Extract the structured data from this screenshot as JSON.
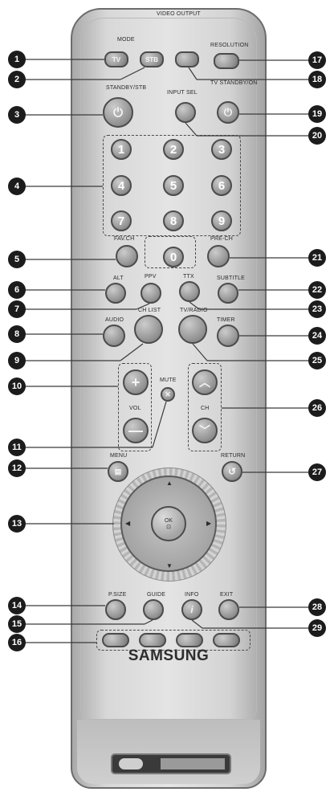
{
  "labels": {
    "mode_indicator": "MODE",
    "tv": "TV",
    "stb": "STB",
    "video_output": "VIDEO OUTPUT",
    "resolution": "RESOLUTION",
    "standby_stb": "STANDBY/STB",
    "input_sel": "INPUT SEL",
    "tv_standby": "TV STANDBY/ON",
    "fav_ch": "FAV.CH",
    "pre_ch": "PRE-CH",
    "alt": "ALT",
    "ppv": "PPV",
    "ttx": "TTX",
    "subtitle": "SUBTITLE",
    "audio": "AUDIO",
    "ch_list": "CH LIST",
    "tv_radio": "TV/RADIO",
    "timer": "TIMER",
    "mute": "MUTE",
    "vol": "VOL",
    "ch": "CH",
    "menu": "MENU",
    "return": "RETURN",
    "ok": "OK",
    "psize": "P.SIZE",
    "guide": "GUIDE",
    "info": "INFO",
    "exit": "EXIT",
    "brand": "SAMSUNG"
  },
  "numbers": [
    "1",
    "2",
    "3",
    "4",
    "5",
    "6",
    "7",
    "8",
    "9",
    "0"
  ],
  "callouts": [
    "1",
    "2",
    "3",
    "4",
    "5",
    "6",
    "7",
    "8",
    "9",
    "10",
    "11",
    "12",
    "13",
    "14",
    "15",
    "16",
    "17",
    "18",
    "19",
    "20",
    "21",
    "22",
    "23",
    "24",
    "25",
    "26",
    "27",
    "28",
    "29"
  ],
  "colors": {
    "body": "#d6d6d6",
    "button": "#9a9a9a",
    "callout": "#1c1c1c"
  }
}
